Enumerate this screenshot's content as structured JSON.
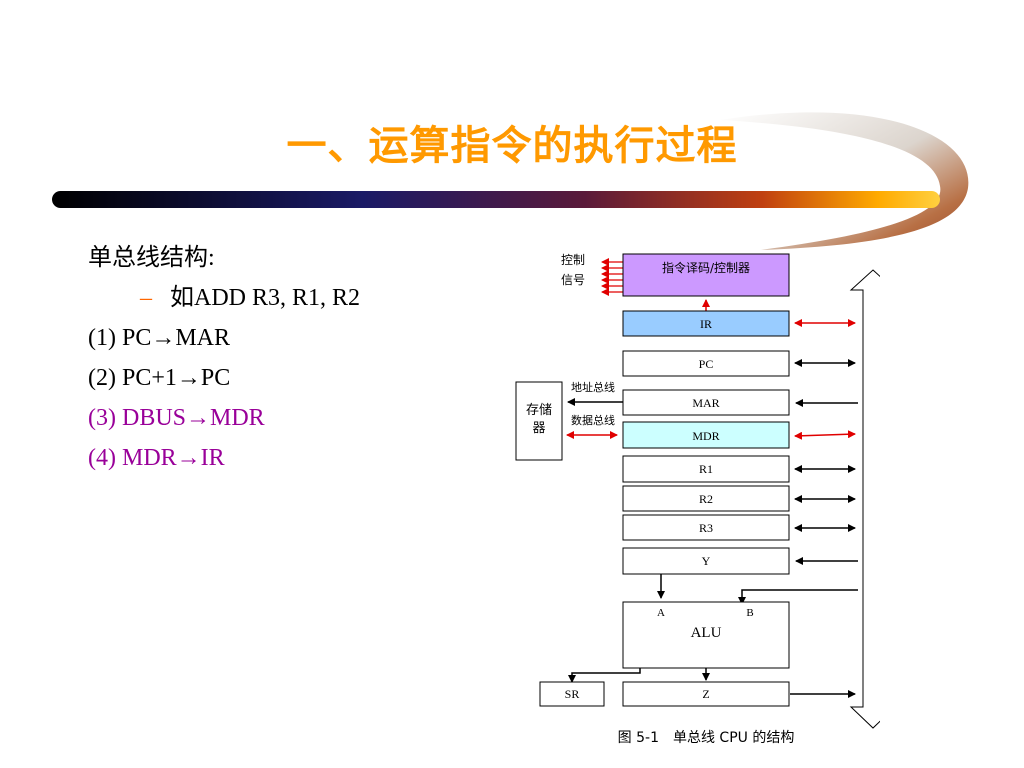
{
  "title": "一、运算指令的执行过程",
  "left": {
    "heading": "单总线结构:",
    "sub": "如ADD R3, R1, R2",
    "steps": [
      "(1) PC→MAR",
      "(2) PC+1→PC",
      "(3) DBUS→MDR",
      "(4) MDR→IR"
    ]
  },
  "diagram": {
    "control_signal_label": [
      "控制",
      "信号"
    ],
    "decoder": "指令译码/控制器",
    "registers": [
      "IR",
      "PC",
      "MAR",
      "MDR",
      "R1",
      "R2",
      "R3",
      "Y"
    ],
    "memory": [
      "存储",
      "器"
    ],
    "address_bus": "地址总线",
    "data_bus": "数据总线",
    "alu": "ALU",
    "alu_a": "A",
    "alu_b": "B",
    "sr": "SR",
    "z": "Z",
    "caption": "图 5-1　单总线 CPU 的结构"
  },
  "colors": {
    "title": "#ff9900",
    "highlight_text": "#990099",
    "decoder_fill": "#cc99ff",
    "ir_fill": "#99ccff",
    "mdr_fill": "#ccffff",
    "red_arrow": "#e00000"
  }
}
